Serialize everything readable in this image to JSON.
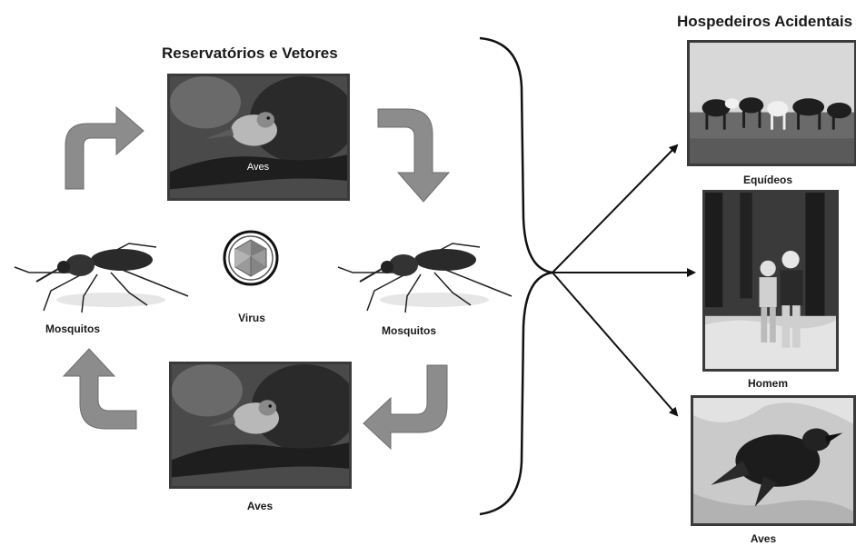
{
  "titles": {
    "reservoirs": "Reservatórios e Vetores",
    "hosts": "Hospedeiros Acidentais"
  },
  "cycle": {
    "top_label": "Aves",
    "bottom_label": "Aves",
    "left_label": "Mosquitos",
    "right_label": "Mosquitos",
    "center_label": "Virus"
  },
  "hosts": [
    {
      "label": "Equídeos"
    },
    {
      "label": "Homem"
    },
    {
      "label": "Aves"
    }
  ],
  "colors": {
    "arrow_fill": "#8c8c8c",
    "frame": "#3a3a3a",
    "text": "#1a1a1a"
  }
}
